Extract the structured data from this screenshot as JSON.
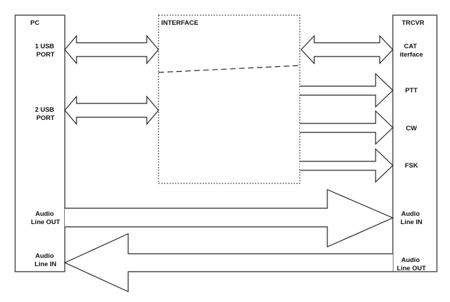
{
  "pc": {
    "title": "PC",
    "usb1": [
      "1 USB",
      "PORT"
    ],
    "usb2": [
      "2 USB",
      "PORT"
    ],
    "audio_out": [
      "Audio",
      "Line OUT"
    ],
    "audio_in": [
      "Audio",
      "Line IN"
    ]
  },
  "interface": {
    "title": "INTERFACE"
  },
  "trcvr": {
    "title": "TRCVR",
    "cat": [
      "CAT",
      "iterface"
    ],
    "ptt": "PTT",
    "cw": "CW",
    "fsk": "FSK",
    "audio_in": [
      "Audio",
      "Line IN"
    ],
    "audio_out": [
      "Audio",
      "Line OUT"
    ]
  }
}
